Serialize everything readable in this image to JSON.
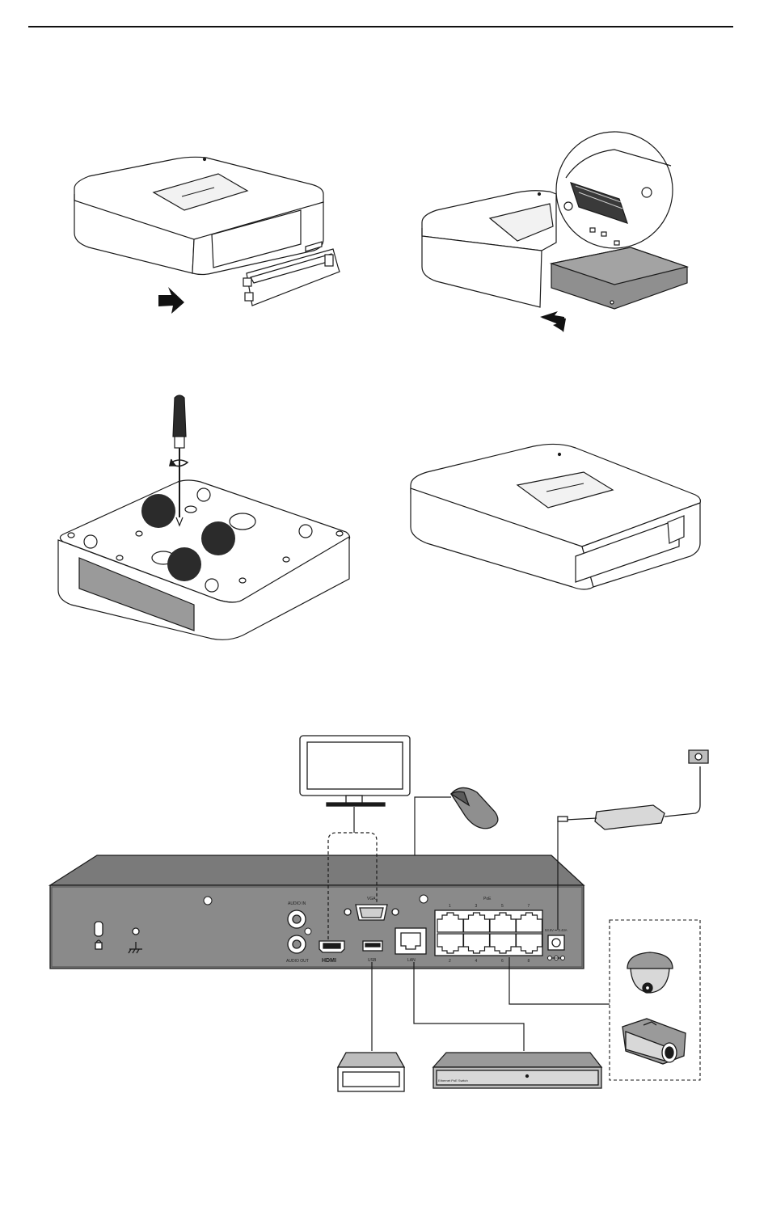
{
  "colors": {
    "line": "#1a1a1a",
    "panel": "#6e6e6e",
    "panel_dark": "#4d4d4d",
    "panel_light": "#8a8a8a",
    "marker": "#2b2b2b",
    "device_fill": "#ffffff",
    "hdd_fill": "#8f8f8f"
  },
  "rear_panel": {
    "audio_in": "AUDIO IN",
    "audio_out": "AUDIO OUT",
    "hdmi": "HDMI",
    "vga": "VGA",
    "usb": "USB",
    "lan": "LAN",
    "poe": "PoE",
    "poe_top_numbers": [
      "1",
      "3",
      "5",
      "7"
    ],
    "poe_bottom_numbers": [
      "2",
      "4",
      "6",
      "8"
    ],
    "power_rating": "53.5V ⎓ 2.43A"
  },
  "switch": {
    "label": "Ethernet PoE Switch"
  },
  "icons": {
    "step1_arrow": "arrow-right-icon",
    "step2_arrow": "arrow-left-icon",
    "lock": "kensington-lock-icon",
    "ground": "ground-icon",
    "dc": "dc-polarity-icon",
    "screwdriver": "screwdriver-icon",
    "rotate": "rotate-arrow-icon"
  }
}
